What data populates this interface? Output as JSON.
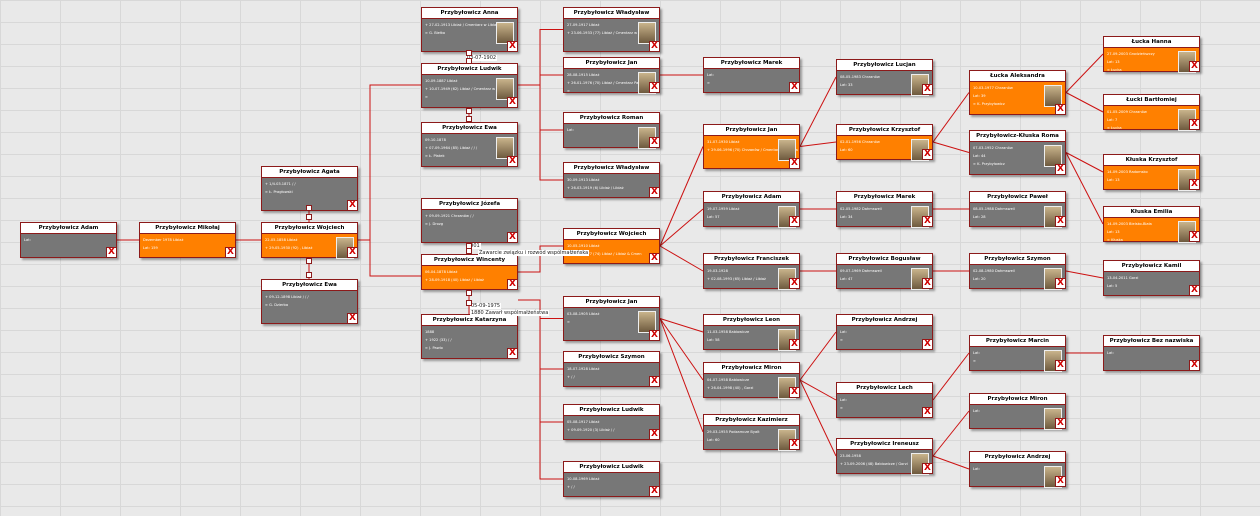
{
  "persons": [
    {
      "id": "p1",
      "name": "Przybyłowicz Adam",
      "lines": [
        "Lat:"
      ],
      "color": "grey",
      "photo": false
    },
    {
      "id": "p2",
      "name": "Przybyłowicz Mikołaj",
      "lines": [
        "Dezember 1978 Libiaż",
        "Lat: 159"
      ],
      "color": "orange",
      "photo": false
    },
    {
      "id": "p3",
      "name": "Przybyłowicz Agata",
      "lines": [
        "+ 1/4.03.1871 / /",
        "∞ Ł. Pragłowski"
      ],
      "color": "grey",
      "photo": false
    },
    {
      "id": "p4",
      "name": "Przybyłowicz Wojciech",
      "lines": [
        "22-05-1858 Libiaż",
        "+ 29-05-1930 (92) , Libiaż"
      ],
      "color": "orange",
      "photo": true
    },
    {
      "id": "p5",
      "name": "Przybyłowicz Ewa",
      "lines": [
        "+ 09-12-1898 Libiaż / / /",
        "∞ G. Dzierba"
      ],
      "color": "grey",
      "photo": false
    },
    {
      "id": "p6",
      "name": "Przybyłowicz Anna",
      "lines": [
        "+ 27-02-1913 Libiaż / Cmentarz w Libiaż",
        "∞ G. Biełko"
      ],
      "color": "grey",
      "photo": true
    },
    {
      "id": "p7",
      "name": "Przybyłowicz Ludwik",
      "lines": [
        "10-09-1887 Libiaż",
        "+ 10-07-1949 (62) Libiaż / Cmentarz w",
        "∞"
      ],
      "color": "grey",
      "photo": true
    },
    {
      "id": "p8",
      "name": "Przybyłowicz Ewa",
      "lines": [
        "09-10-1878",
        "+ 07-09-1964 (85) Libiaż / / /",
        "∞ Ł. Płatek"
      ],
      "color": "grey",
      "photo": true
    },
    {
      "id": "p9",
      "name": "Przybyłowicz Józefa",
      "lines": [
        "+ 09-09-1921 Chrzanów / /",
        "∞ J. Drozg"
      ],
      "color": "grey",
      "photo": false
    },
    {
      "id": "p10",
      "name": "Przybyłowicz Wincenty",
      "lines": [
        "06-04-1878 Libiaż",
        "+ 28-09-1918 (40) Libiaż / Libiaż"
      ],
      "color": "orange",
      "photo": false
    },
    {
      "id": "p11",
      "name": "Przybyłowicz Katarzyna",
      "lines": [
        "1888",
        "+ 1922 (33) / /",
        "∞ J. Pawlo"
      ],
      "color": "grey",
      "photo": false
    },
    {
      "id": "p12",
      "name": "Przybyłowicz Władysław",
      "lines": [
        "27-09-1917 Libiaż",
        "+ 23-06-1933 (77) Libiaż / Cmentarz w"
      ],
      "color": "grey",
      "photo": true
    },
    {
      "id": "p13",
      "name": "Przybyłowicz Jan",
      "lines": [
        "28-08-1915 Libiaż",
        "+ 26-01-1976 (70) Libiaż / Cmentarz Par",
        "∞"
      ],
      "color": "grey",
      "photo": true
    },
    {
      "id": "p14",
      "name": "Przybyłowicz Roman",
      "lines": [
        "Lat:"
      ],
      "color": "grey",
      "photo": true
    },
    {
      "id": "p15",
      "name": "Przybyłowicz Władysław",
      "lines": [
        "30-09-1913 Libiaż",
        "+ 26-03-1919 (6) Libiaż / Libiaż"
      ],
      "color": "grey",
      "photo": false
    },
    {
      "id": "p16",
      "name": "Przybyłowicz Wojciech",
      "lines": [
        "10-05-1910 Libiaż",
        "+ 03-09-1977 (74) Libiaż / Libiaż & Cmen"
      ],
      "color": "orange",
      "photo": false
    },
    {
      "id": "p17",
      "name": "Przybyłowicz Jan",
      "lines": [
        "03-08-1905 Libiaż",
        "∞"
      ],
      "color": "grey",
      "photo": true
    },
    {
      "id": "p18",
      "name": "Przybyłowicz Szymon",
      "lines": [
        "18-07-1928 Libiaż",
        "+ / /"
      ],
      "color": "grey",
      "photo": false
    },
    {
      "id": "p19",
      "name": "Przybyłowicz Ludwik",
      "lines": [
        "05-08-1917 Libiaż",
        "+ 09-09-1920 (3) Libiaż / /"
      ],
      "color": "grey",
      "photo": false
    },
    {
      "id": "p20",
      "name": "Przybyłowicz Ludwik",
      "lines": [
        "10-08-1969 Libiaż",
        "+ / /"
      ],
      "color": "grey",
      "photo": false
    },
    {
      "id": "p21",
      "name": "Przybyłowicz Marek",
      "lines": [
        "Lat:",
        "∞"
      ],
      "color": "grey",
      "photo": false
    },
    {
      "id": "p22",
      "name": "Przybyłowicz Jan",
      "lines": [
        "31-07-1930 Libiaż",
        "+ 29-06-1996 (70) Chrzanów / Cmentarz Parafia w"
      ],
      "color": "orange",
      "photo": true
    },
    {
      "id": "p23",
      "name": "Przybyłowicz Adam",
      "lines": [
        "19-07-1959 Libiaż",
        "Lat: 57"
      ],
      "color": "grey",
      "photo": true
    },
    {
      "id": "p24",
      "name": "Przybyłowicz Franciszek",
      "lines": [
        "19-03-1928",
        "+ 02-08-1993 (65) Libiaż / Libiaż"
      ],
      "color": "grey",
      "photo": true
    },
    {
      "id": "p25",
      "name": "Przybyłowicz Leon",
      "lines": [
        "11-03-1958 Babiowicze",
        "Lat: 58"
      ],
      "color": "grey",
      "photo": true
    },
    {
      "id": "p26",
      "name": "Przybyłowicz Miron",
      "lines": [
        "04-07-1958 Babiowicze",
        "+ 26-04-1998 (40) , Gorzi"
      ],
      "color": "grey",
      "photo": true
    },
    {
      "id": "p27",
      "name": "Przybyłowicz Kazimierz",
      "lines": [
        "29-03-1955 Podzamcze Byalt",
        "Lat: 60"
      ],
      "color": "grey",
      "photo": true
    },
    {
      "id": "p28",
      "name": "Przybyłowicz Lucjan",
      "lines": [
        "08-05-1983 Chrzanów",
        "Lat: 33"
      ],
      "color": "grey",
      "photo": true
    },
    {
      "id": "p29",
      "name": "Przybyłowicz Krzysztof",
      "lines": [
        "02-01-1956 Chrzanów",
        "Lat: 60"
      ],
      "color": "orange",
      "photo": true
    },
    {
      "id": "p30",
      "name": "Przybyłowicz Marek",
      "lines": [
        "02-05-1982 Dahmsweil",
        "Lat: 34"
      ],
      "color": "grey",
      "photo": true
    },
    {
      "id": "p31",
      "name": "Przybyłowicz Bogusław",
      "lines": [
        "09-07-1969 Dahmsweil",
        "Lat: 47"
      ],
      "color": "grey",
      "photo": true
    },
    {
      "id": "p32",
      "name": "Przybyłowicz Andrzej",
      "lines": [
        "Lat:",
        "∞"
      ],
      "color": "grey",
      "photo": false
    },
    {
      "id": "p33",
      "name": "Przybyłowicz Lech",
      "lines": [
        "Lat:",
        "∞"
      ],
      "color": "grey",
      "photo": false
    },
    {
      "id": "p34",
      "name": "Przybyłowicz Ireneusz",
      "lines": [
        "23-06-1958",
        "+ 23-09-2006 (48) Babiowicze / Gorzi"
      ],
      "color": "grey",
      "photo": true
    },
    {
      "id": "p35",
      "name": "Łucka Aleksandra",
      "lines": [
        "10-03-1977 Chrzanów",
        "Lat: 39",
        "∞ K. Przybyłowicz"
      ],
      "color": "orange",
      "photo": true
    },
    {
      "id": "p36",
      "name": "Przybyłowicz-Kłuska Roma",
      "lines": [
        "07-03-1952 Chrzanów",
        "Lat: 44",
        "∞ K. Przybyłowicz"
      ],
      "color": "grey",
      "photo": true
    },
    {
      "id": "p37",
      "name": "Przybyłowicz Paweł",
      "lines": [
        "08-05-1988 Dahmsweil",
        "Lat: 28"
      ],
      "color": "grey",
      "photo": true
    },
    {
      "id": "p38",
      "name": "Przybyłowicz Szymon",
      "lines": [
        "02-08-1980 Dahmsweil",
        "Lat: 20"
      ],
      "color": "grey",
      "photo": true
    },
    {
      "id": "p39",
      "name": "Przybyłowicz Marcin",
      "lines": [
        "Lat:",
        "∞"
      ],
      "color": "grey",
      "photo": true
    },
    {
      "id": "p40",
      "name": "Przybyłowicz Miron",
      "lines": [
        "Lat:"
      ],
      "color": "grey",
      "photo": true
    },
    {
      "id": "p41",
      "name": "Przybyłowicz Andrzej",
      "lines": [
        "Lat:"
      ],
      "color": "grey",
      "photo": true
    },
    {
      "id": "p42",
      "name": "Łucka Hanna",
      "lines": [
        "27-09-2003 Grodzieńszczy",
        "Lat: 13",
        "∞ Łucka"
      ],
      "color": "orange",
      "photo": true
    },
    {
      "id": "p43",
      "name": "Łucki Bartłomiej",
      "lines": [
        "01-05-2009 Chrzanów",
        "Lat: 7",
        "∞ Łucka"
      ],
      "color": "orange",
      "photo": true
    },
    {
      "id": "p44",
      "name": "Kłuska Krzysztof",
      "lines": [
        "14-09-2003 Radomsko",
        "Lat: 13"
      ],
      "color": "orange",
      "photo": true
    },
    {
      "id": "p45",
      "name": "Kłuska Emilia",
      "lines": [
        "14-09-2003 Bielsko-Biała",
        "Lat: 13",
        "∞ Kłuska"
      ],
      "color": "orange",
      "photo": true
    },
    {
      "id": "p46",
      "name": "Przybyłowicz Kamil",
      "lines": [
        "13-04-2011 Gorzi",
        "Lat: 5"
      ],
      "color": "grey",
      "photo": false
    },
    {
      "id": "p47",
      "name": "Przybyłowicz Bez nazwiska",
      "lines": [
        "Lat:"
      ],
      "color": "grey",
      "photo": false
    }
  ],
  "notes": [
    {
      "id": "n1",
      "text": "03-07-1902"
    },
    {
      "id": "n2",
      "text": "1901"
    },
    {
      "id": "n3",
      "text": "Zawarcie związku i rozwód wspólmałżeńska"
    },
    {
      "id": "n4",
      "text": "05-09-1975"
    },
    {
      "id": "n5",
      "text": "1880 Zawarł wspólmałżeństwa"
    }
  ],
  "delete_label": "X",
  "colors": {
    "orange": "#ff8000",
    "grey": "#777777",
    "line": "#cc1111",
    "border": "#8c1a1a"
  }
}
